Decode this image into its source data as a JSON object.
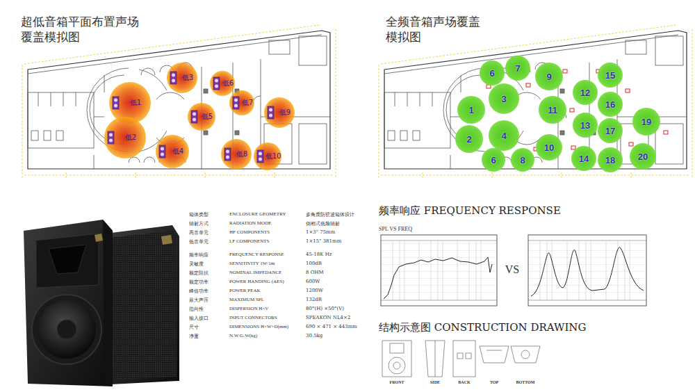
{
  "diagram": {
    "title": "超低音箱平面布置声场 覆盖模拟图",
    "nodes": [
      {
        "text": [
          "低1"
        ]
      },
      {
        "text": [
          "低2"
        ]
      },
      {
        "text": [
          "低3"
        ]
      },
      {
        "text": [
          "低4"
        ]
      },
      {
        "text": [
          "低5"
        ]
      },
      {
        "text": [
          "低6"
        ]
      },
      {
        "text": [
          "低7"
        ]
      },
      {
        "text": [
          "低8"
        ]
      },
      {
        "text": [
          "低9"
        ]
      },
      {
        "text": [
          "低10"
        ]
      },
      {
        "text": [
          "6"
        ]
      },
      {
        "text": [
          "7"
        ]
      },
      {
        "text": [
          "9"
        ]
      },
      {
        "text": [
          "3"
        ]
      },
      {
        "text": [
          "1"
        ]
      },
      {
        "text": [
          "11"
        ]
      },
      {
        "text": [
          "4"
        ]
      },
      {
        "text": [
          "2"
        ]
      },
      {
        "text": [
          "6"
        ]
      },
      {
        "text": [
          "8"
        ]
      },
      {
        "text": [
          "10"
        ]
      },
      {
        "text": [
          "12"
        ]
      },
      {
        "text": [
          "13"
        ]
      },
      {
        "text": [
          "14"
        ]
      },
      {
        "text": [
          "15"
        ]
      },
      {
        "text": [
          "16"
        ]
      },
      {
        "text": [
          "17"
        ]
      },
      {
        "text": [
          "18"
        ]
      },
      {
        "text": [
          "19"
        ]
      },
      {
        "text": [
          "20"
        ]
      }
    ],
    "labels": [
      "全频音箱声场覆盖 模拟图",
      "箱体类型",
      "ENCLOSURE GEOMETRY",
      "多角度防驻波箱体设计",
      "辐射方式",
      "RADIATION MODE",
      "倒相式低频辐射",
      "高音单元",
      "HF COMPONENTS",
      "1×3\" 75mm",
      "低音单元",
      "LF COMPONENTS",
      "1×15\" 381mm",
      "频率响应",
      "FREQUENCY RESPONSE",
      "45-18K Hz",
      "灵敏度",
      "SENSITIVITY 1W/1m",
      "100dB",
      "额定阻抗",
      "NOMINAL IMPEDANCE",
      "8 OHM",
      "额定功率",
      "POWER HANDING (AES)",
      "600W",
      "峰值功率",
      "POWER PEAK",
      "1200W",
      "最大声压",
      "MAXIMUM SPL",
      "132dB",
      "指向性",
      "DISPERSION H×V",
      "80°(H) ×50°(V)",
      "输入接口",
      "INPUT CONNECTORS",
      "SPEAKON NL4×2",
      "尺寸",
      "DIMENSIONS H×W×D(mm)",
      "690 × 471 × 443mm",
      "净重",
      "N.W/G.W(kg)",
      "30.5kg",
      "频率响应 FREQUENCY RESPONSE",
      "SPL VS FREQ",
      "VS",
      "结构示意图 CONSTRUCTION DRAWING",
      "FRONT",
      "SIDE",
      "BACK",
      "TOP",
      "BOTTOM"
    ]
  }
}
